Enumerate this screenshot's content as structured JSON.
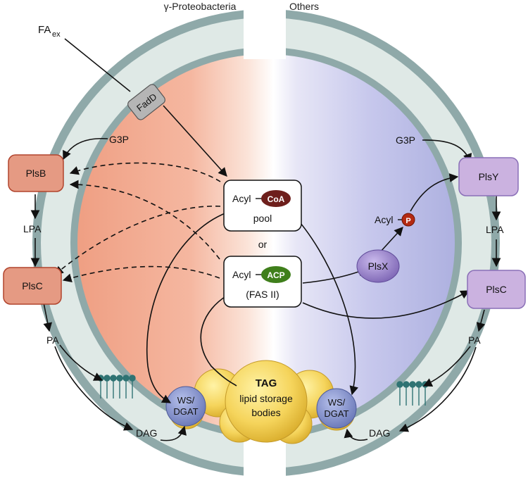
{
  "headers": {
    "left": "γ-Proteobacteria",
    "right": "Others"
  },
  "external": {
    "fa_main": "FA",
    "fa_sub": "ex"
  },
  "enzymes": {
    "fadd": "FadD",
    "plsb": "PlsB",
    "plsc_left": "PlsC",
    "plsy": "PlsY",
    "plsc_right": "PlsC",
    "plsx": "PlsX",
    "wsdgat_left_line1": "WS/",
    "wsdgat_left_line2": "DGAT",
    "wsdgat_right_line1": "WS/",
    "wsdgat_right_line2": "DGAT"
  },
  "metabolites": {
    "g3p_left": "G3P",
    "g3p_right": "G3P",
    "lpa_left": "LPA",
    "lpa_right": "LPA",
    "pa_left": "PA",
    "pa_right": "PA",
    "dag_left": "DAG",
    "dag_right": "DAG"
  },
  "acyl_pools": {
    "coa_prefix": "Acyl",
    "coa_tag": "CoA",
    "coa_caption": "pool",
    "or_label": "or",
    "acp_prefix": "Acyl",
    "acp_tag": "ACP",
    "acp_caption": "(FAS II)",
    "acylp_prefix": "Acyl",
    "acylp_tag": "P"
  },
  "storage": {
    "title": "TAG",
    "line1": "lipid storage",
    "line2": "bodies"
  },
  "colors": {
    "membrane_outer": "#8fa9a9",
    "membrane_inner_band": "#dfe9e6",
    "left_cytoplasm": "#f2a98d",
    "right_cytoplasm": "#b4b6e3",
    "left_enzyme": "#e59a83",
    "right_enzyme": "#cbb2e0",
    "fadd_grey": "#b5b5b5",
    "coa_badge": "#6e1f1c",
    "acp_badge": "#3f7f1b",
    "p_badge": "#b42a12",
    "plsx_purple": "#8f79c4",
    "wsdgat_blue": "#7d8cc8",
    "tag_yellow": "#f4d35a"
  }
}
